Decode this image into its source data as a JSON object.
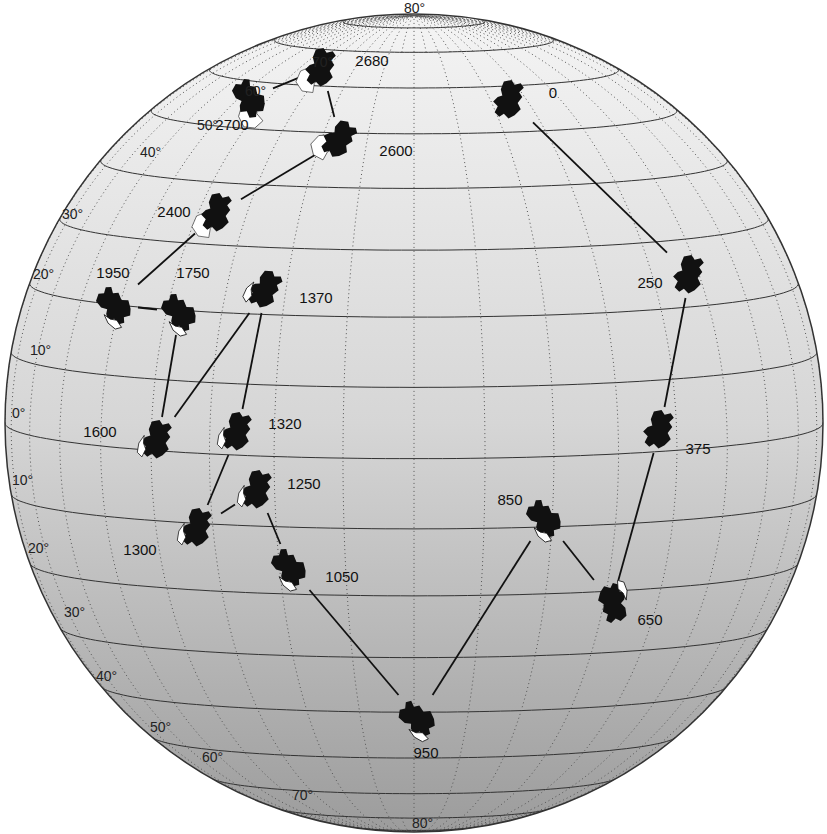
{
  "diagram": {
    "nodes": [
      {
        "text": [
          "2700"
        ]
      },
      {
        "text": [
          "2680"
        ]
      },
      {
        "text": [
          "2600"
        ]
      },
      {
        "text": [
          "2400"
        ]
      },
      {
        "text": [
          "1950"
        ]
      },
      {
        "text": [
          "1750"
        ]
      },
      {
        "text": [
          "1600"
        ]
      },
      {
        "text": [
          "1370"
        ]
      },
      {
        "text": [
          "1320"
        ]
      },
      {
        "text": [
          "1300"
        ]
      },
      {
        "text": [
          "1250"
        ]
      },
      {
        "text": [
          "1050"
        ]
      },
      {
        "text": [
          "950"
        ]
      },
      {
        "text": [
          "850"
        ]
      },
      {
        "text": [
          "650"
        ]
      },
      {
        "text": [
          "375"
        ]
      },
      {
        "text": [
          "250"
        ]
      },
      {
        "text": [
          "0"
        ]
      }
    ],
    "edges": [
      {
        "from": 0,
        "to": 1,
        "arrow": "none"
      },
      {
        "from": 1,
        "to": 2,
        "arrow": "none"
      },
      {
        "from": 2,
        "to": 3,
        "arrow": "none"
      },
      {
        "from": 3,
        "to": 4,
        "arrow": "none"
      },
      {
        "from": 4,
        "to": 5,
        "arrow": "none"
      },
      {
        "from": 5,
        "to": 6,
        "arrow": "none"
      },
      {
        "from": 6,
        "to": 7,
        "arrow": "none"
      },
      {
        "from": 7,
        "to": 8,
        "arrow": "none"
      },
      {
        "from": 8,
        "to": 9,
        "arrow": "none"
      },
      {
        "from": 9,
        "to": 10,
        "arrow": "none"
      },
      {
        "from": 10,
        "to": 11,
        "arrow": "none"
      },
      {
        "from": 11,
        "to": 12,
        "arrow": "none"
      },
      {
        "from": 12,
        "to": 13,
        "arrow": "none"
      },
      {
        "from": 13,
        "to": 14,
        "arrow": "none"
      },
      {
        "from": 14,
        "to": 15,
        "arrow": "none"
      },
      {
        "from": 15,
        "to": 16,
        "arrow": "none"
      },
      {
        "from": 16,
        "to": 17,
        "arrow": "none"
      }
    ],
    "labels": [
      "80°",
      "70°",
      "60°",
      "50°",
      "40°",
      "30°",
      "20°",
      "10°",
      "0°",
      "10°",
      "20°",
      "30°",
      "40°",
      "50°",
      "60°",
      "70°",
      "80°"
    ]
  }
}
